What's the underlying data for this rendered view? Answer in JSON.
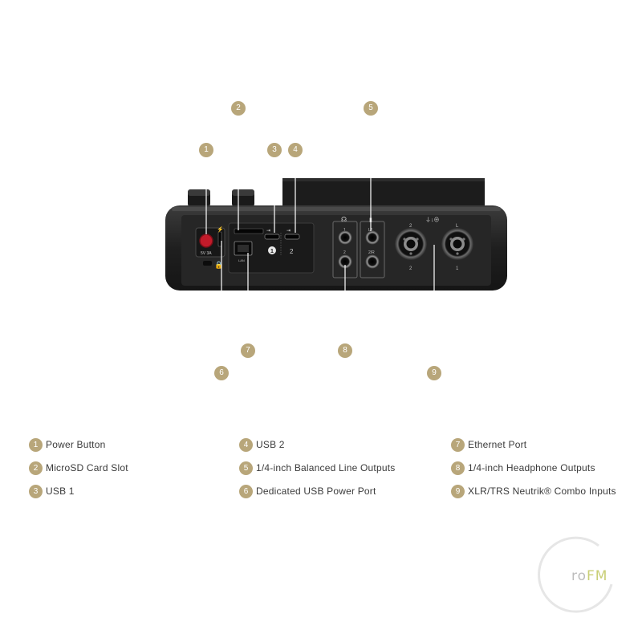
{
  "accent": "#b8a67a",
  "device": {
    "panel_labels": {
      "power": "5V 3A",
      "usb1_num": "1",
      "usb2_num": "2",
      "lan": "LAN",
      "out_top": "L/L",
      "out_bottom": "2/R",
      "hp1": "1",
      "hp2": "2",
      "xlr2_top": "2",
      "xlr1_top": "L",
      "xlr2_bottom": "2",
      "xlr1_bottom": "1"
    }
  },
  "callouts": [
    {
      "number": "1",
      "icon": "power-button"
    },
    {
      "number": "2",
      "icon": "microsd-slot"
    },
    {
      "number": "3",
      "icon": "usb"
    },
    {
      "number": "4",
      "icon": "usb"
    },
    {
      "number": "5",
      "icon": "line-output"
    },
    {
      "number": "6",
      "icon": "usb-power"
    },
    {
      "number": "7",
      "icon": "ethernet"
    },
    {
      "number": "8",
      "icon": "headphone"
    },
    {
      "number": "9",
      "icon": "combo-input"
    }
  ],
  "legend": [
    {
      "number": "1",
      "label": "Power Button"
    },
    {
      "number": "2",
      "label": "MicroSD Card Slot"
    },
    {
      "number": "3",
      "label": "USB 1"
    },
    {
      "number": "4",
      "label": "USB 2"
    },
    {
      "number": "5",
      "label": "1/4-inch Balanced Line Outputs"
    },
    {
      "number": "6",
      "label": "Dedicated USB Power Port"
    },
    {
      "number": "7",
      "label": "Ethernet Port"
    },
    {
      "number": "8",
      "label": "1/4-inch Headphone Outputs"
    },
    {
      "number": "9",
      "label": "XLR/TRS Neutrik® Combo Inputs"
    }
  ],
  "watermark": {
    "part1": "ro",
    "part2": "FM"
  }
}
